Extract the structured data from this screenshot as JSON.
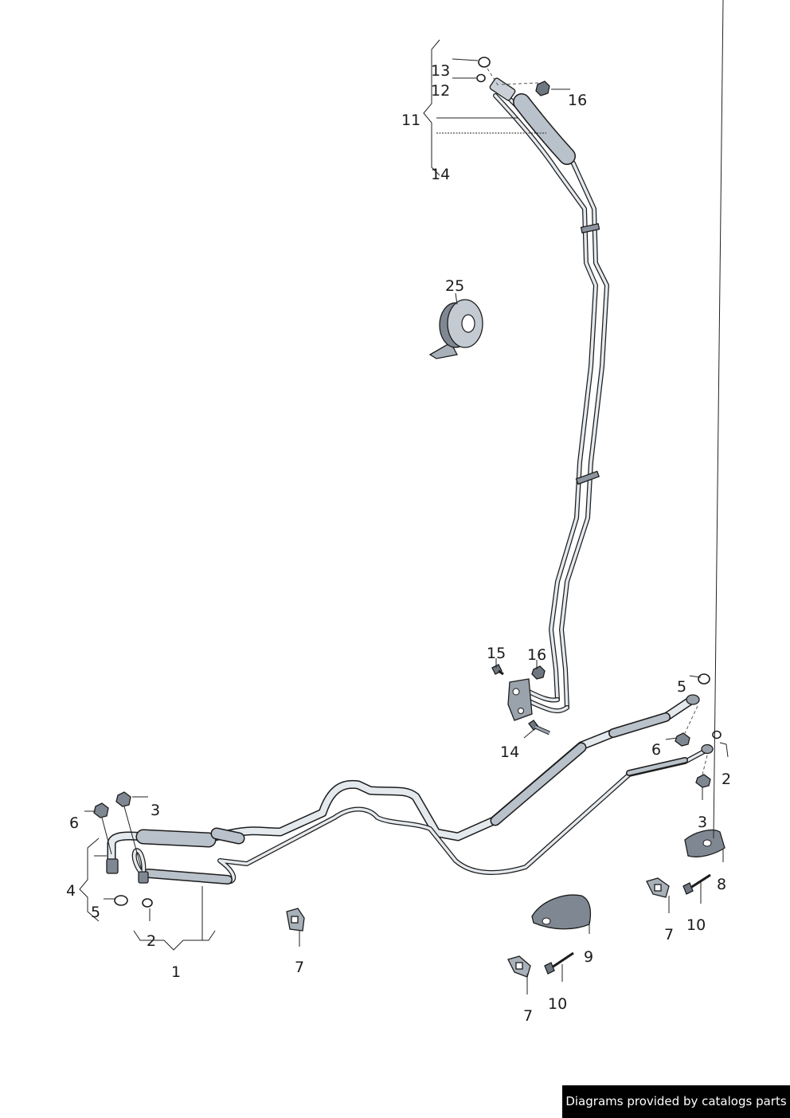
{
  "callouts": [
    {
      "id": "c-13",
      "text": "13"
    },
    {
      "id": "c-12",
      "text": "12"
    },
    {
      "id": "c-16-top",
      "text": "16"
    },
    {
      "id": "c-11",
      "text": "11"
    },
    {
      "id": "c-14-top",
      "text": "14"
    },
    {
      "id": "c-25",
      "text": "25"
    },
    {
      "id": "c-15",
      "text": "15"
    },
    {
      "id": "c-16-mid",
      "text": "16"
    },
    {
      "id": "c-14-mid",
      "text": "14"
    },
    {
      "id": "c-5-right",
      "text": "5"
    },
    {
      "id": "c-6-right",
      "text": "6"
    },
    {
      "id": "c-2-right",
      "text": "2"
    },
    {
      "id": "c-3-right",
      "text": "3"
    },
    {
      "id": "c-8",
      "text": "8"
    },
    {
      "id": "c-7-right",
      "text": "7"
    },
    {
      "id": "c-10-right",
      "text": "10"
    },
    {
      "id": "c-9",
      "text": "9"
    },
    {
      "id": "c-7-bottom",
      "text": "7"
    },
    {
      "id": "c-10-bottom",
      "text": "10"
    },
    {
      "id": "c-6-left",
      "text": "6"
    },
    {
      "id": "c-3-left",
      "text": "3"
    },
    {
      "id": "c-4",
      "text": "4"
    },
    {
      "id": "c-5-left",
      "text": "5"
    },
    {
      "id": "c-2-left",
      "text": "2"
    },
    {
      "id": "c-1",
      "text": "1"
    },
    {
      "id": "c-7-mid",
      "text": "7"
    }
  ],
  "credit": "Diagrams provided by catalogs parts",
  "colors": {
    "pipe_fill": "#e4e9ee",
    "hose_fill": "#b9c1ca",
    "outline": "#1c1c1c",
    "part_dark": "#7f8892",
    "credit_bg": "#000000",
    "credit_text": "#ffffff"
  }
}
